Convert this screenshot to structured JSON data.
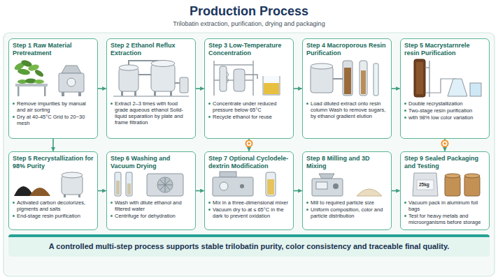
{
  "diagram": {
    "title": "Production Process",
    "caption": "A controlled multi-step process supports stable trilobatin purity, color consistency and traceable final quality.",
    "nodes": [
      {
        "text": [
          "Step 1 Raw Material Pretreatment",
          "Remove impurities by manual and air sorting",
          "Dry at 40-45°C Grid to 20~30 mesh"
        ]
      },
      {
        "text": [
          "Step 2 Ethanol Reflux Extraction",
          "Extract 2–3 times with food grade aqueous ethanol Solid-liquid separation by plate and frame filtration"
        ]
      },
      {
        "text": [
          "Step 3 Low-Temperature Concentration",
          "Concentrate under reduced pressure below 65°C",
          "Recycle ethanol for reuse"
        ]
      },
      {
        "text": [
          "Step 4 Macroporous Resin Purification",
          "Load diluted extract onto resin column Wash to remove sugars, by ethanol gradient elution"
        ]
      },
      {
        "text": [
          "Step 5 Macrystarnrele resin Purification",
          "Double recrystallization",
          "Two-stage resin purification",
          "with 98% low color variation"
        ]
      },
      {
        "text": [
          "Step 5 Recrystallization for 98% Purity",
          "Activated carbon decolorizes, pigments and salts",
          "End-stage resin purification"
        ]
      },
      {
        "text": [
          "Step 6 Washing and Vacuum Drying",
          "Wash with dilute ethanol and filtered water",
          "Centrifuge for dehydration"
        ]
      },
      {
        "text": [
          "Step 7 Optional Cyclodele- dextrin Modification",
          "Mix in a three-dimensional mixer",
          "Vacuum dry to at ≤ 65°C in the dark to prevent oxidation"
        ]
      },
      {
        "text": [
          "Step 8 Milling and 3D Mixing",
          "Mill to required particle size",
          "Uniform composition, color and particle distribution"
        ]
      },
      {
        "text": [
          "Step 9 Sealed Packaging and Testing",
          "Vacuum pack in aluminum foil bags",
          "Test for heavy metals and microorganisms before storage"
        ]
      }
    ],
    "edges": [
      {
        "from": 0,
        "to": 1,
        "arrow": "to"
      },
      {
        "from": 1,
        "to": 2,
        "arrow": "to"
      },
      {
        "from": 2,
        "to": 3,
        "arrow": "to"
      },
      {
        "from": 3,
        "to": 4,
        "arrow": "to"
      },
      {
        "from": 5,
        "to": 6,
        "arrow": "to"
      },
      {
        "from": 6,
        "to": 7,
        "arrow": "to"
      },
      {
        "from": 7,
        "to": 8,
        "arrow": "to"
      },
      {
        "from": 8,
        "to": 9,
        "arrow": "to"
      },
      {
        "from": 0,
        "to": 5,
        "arrow": "to"
      },
      {
        "from": 2,
        "to": 7,
        "arrow": "to"
      },
      {
        "from": 4,
        "to": 9,
        "arrow": "to"
      }
    ],
    "labels": [
      "Trilobatin extraction, purification, drying and packaging",
      "25kg"
    ]
  }
}
